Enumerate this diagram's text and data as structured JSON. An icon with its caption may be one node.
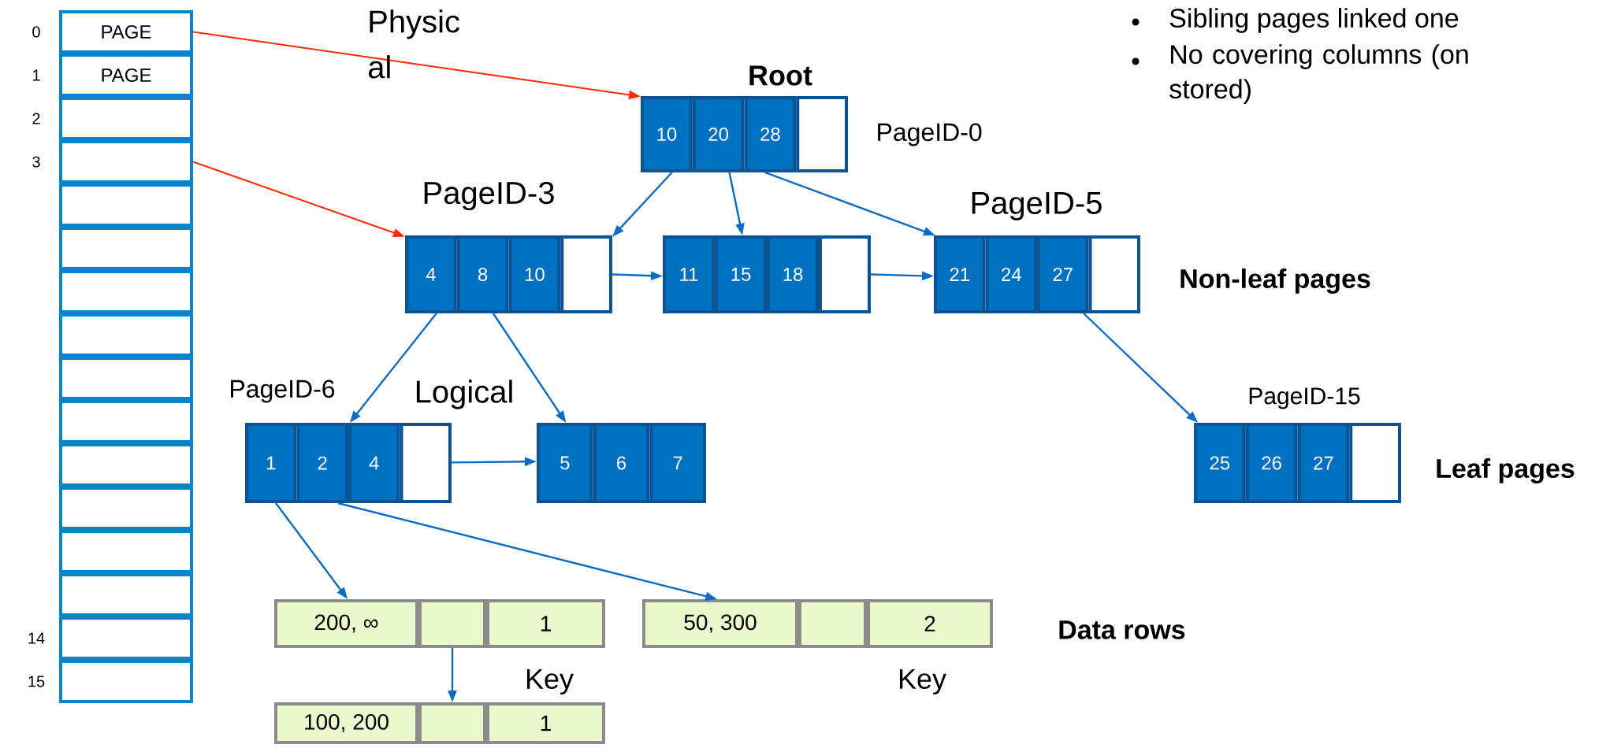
{
  "diagram": {
    "nodes": [
      {
        "text": [
          "PAGE"
        ],
        "beside": [
          "0"
        ]
      },
      {
        "text": [
          "PAGE"
        ],
        "beside": [
          "1"
        ]
      },
      {
        "text": [],
        "shape": "box",
        "beside": [
          "2"
        ]
      },
      {
        "text": [],
        "shape": "box",
        "beside": [
          "3"
        ]
      },
      {
        "text": [],
        "shape": "box"
      },
      {
        "text": [],
        "shape": "box"
      },
      {
        "text": [],
        "shape": "box"
      },
      {
        "text": [],
        "shape": "box"
      },
      {
        "text": [],
        "shape": "box"
      },
      {
        "text": [],
        "shape": "box"
      },
      {
        "text": [],
        "shape": "box"
      },
      {
        "text": [],
        "shape": "box"
      },
      {
        "text": [],
        "shape": "box"
      },
      {
        "text": [],
        "shape": "box"
      },
      {
        "text": [],
        "shape": "box",
        "beside": [
          "14"
        ]
      },
      {
        "text": [],
        "shape": "box",
        "beside": [
          "15"
        ]
      },
      {
        "text": [
          "Root"
        ],
        "beside": [
          "PageID-0"
        ]
      },
      {
        "text": [
          "10"
        ],
        "in": 16
      },
      {
        "text": [
          "20"
        ],
        "in": 16
      },
      {
        "text": [
          "28"
        ],
        "in": 16
      },
      {
        "text": [],
        "shape": "box",
        "in": 16
      },
      {
        "text": [
          "PageID-3"
        ]
      },
      {
        "text": [
          "4"
        ],
        "in": 21
      },
      {
        "text": [
          "8"
        ],
        "in": 21
      },
      {
        "text": [
          "10"
        ],
        "in": 21
      },
      {
        "text": [],
        "shape": "box",
        "in": 21
      },
      {
        "text": [],
        "shape": "box"
      },
      {
        "text": [
          "11"
        ],
        "in": 26
      },
      {
        "text": [
          "15"
        ],
        "in": 26
      },
      {
        "text": [
          "18"
        ],
        "in": 26
      },
      {
        "text": [],
        "shape": "box",
        "in": 26
      },
      {
        "text": [
          "PageID-5"
        ]
      },
      {
        "text": [
          "21"
        ],
        "in": 31
      },
      {
        "text": [
          "24"
        ],
        "in": 31
      },
      {
        "text": [
          "27"
        ],
        "in": 31
      },
      {
        "text": [],
        "shape": "box",
        "in": 31
      },
      {
        "text": [
          "PageID-6"
        ]
      },
      {
        "text": [
          "1"
        ],
        "in": 36
      },
      {
        "text": [
          "2"
        ],
        "in": 36
      },
      {
        "text": [
          "4"
        ],
        "in": 36
      },
      {
        "text": [],
        "shape": "box",
        "in": 36
      },
      {
        "text": [],
        "shape": "box"
      },
      {
        "text": [
          "5"
        ],
        "in": 41
      },
      {
        "text": [
          "6"
        ],
        "in": 41
      },
      {
        "text": [
          "7"
        ],
        "in": 41
      },
      {
        "text": [
          "PageID-15"
        ]
      },
      {
        "text": [
          "25"
        ],
        "in": 45
      },
      {
        "text": [
          "26"
        ],
        "in": 45
      },
      {
        "text": [
          "27"
        ],
        "in": 45
      },
      {
        "text": [],
        "shape": "box",
        "in": 45
      },
      {
        "text": [
          "200, ∞"
        ]
      },
      {
        "text": [],
        "shape": "box"
      },
      {
        "text": [
          "1"
        ]
      },
      {
        "text": [
          "50, 300"
        ]
      },
      {
        "text": [],
        "shape": "box"
      },
      {
        "text": [
          "2"
        ]
      },
      {
        "text": [
          "100, 200"
        ]
      },
      {
        "text": [],
        "shape": "box"
      },
      {
        "text": [
          "1"
        ]
      }
    ],
    "edges": [
      {
        "from": 0,
        "to": 16,
        "arrow": "to",
        "color": "#ff2a00"
      },
      {
        "from": 3,
        "to": 21,
        "arrow": "to",
        "color": "#ff2a00"
      },
      {
        "from": 17,
        "to": 21,
        "arrow": "to"
      },
      {
        "from": 18,
        "to": 26,
        "arrow": "to"
      },
      {
        "from": 19,
        "to": 31,
        "arrow": "to"
      },
      {
        "from": 25,
        "to": 26,
        "arrow": "to"
      },
      {
        "from": 30,
        "to": 31,
        "arrow": "to"
      },
      {
        "from": 22,
        "to": 36,
        "arrow": "to"
      },
      {
        "from": 23,
        "to": 41,
        "arrow": "to"
      },
      {
        "from": 34,
        "to": 45,
        "arrow": "to"
      },
      {
        "from": 40,
        "to": 41,
        "arrow": "to"
      },
      {
        "from": 37,
        "to": 50,
        "arrow": "to"
      },
      {
        "from": 38,
        "to": 53,
        "arrow": "to"
      },
      {
        "from": 51,
        "to": 57,
        "arrow": "to"
      }
    ],
    "labels": [
      "Sibling pages linked one",
      "No covering columns (on stored)",
      "Physic al",
      "Logical",
      "Non-leaf pages",
      "Leaf pages",
      "Data rows",
      "Key",
      "Key"
    ]
  }
}
